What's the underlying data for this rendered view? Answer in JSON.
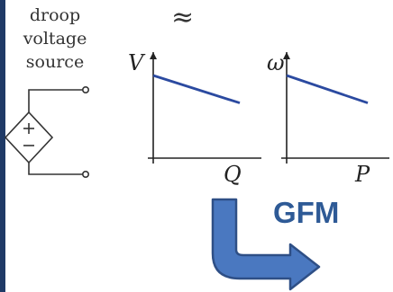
{
  "source": {
    "label_line1": "droop",
    "label_line2": "voltage",
    "label_line3": "source"
  },
  "approx_symbol": "≈",
  "chart_data": [
    {
      "type": "line",
      "title": "",
      "ylabel": "V",
      "xlabel": "Q",
      "series": [
        {
          "x": [
            0,
            1
          ],
          "y": [
            0.78,
            0.52
          ]
        }
      ],
      "xlim": [
        0,
        1
      ],
      "ylim": [
        0,
        1
      ],
      "grid": false
    },
    {
      "type": "line",
      "title": "",
      "ylabel": "ω",
      "xlabel": "P",
      "series": [
        {
          "x": [
            0,
            1
          ],
          "y": [
            0.78,
            0.52
          ]
        }
      ],
      "xlim": [
        0,
        1
      ],
      "ylim": [
        0,
        1
      ],
      "grid": false
    }
  ],
  "arrow_label": "GFM",
  "colors": {
    "line": "#2b4aa0",
    "arrow_fill": "#4a78c0",
    "arrow_stroke": "#2e4f86",
    "gfm_text": "#2e5a96",
    "frame": "#1f3a66"
  }
}
